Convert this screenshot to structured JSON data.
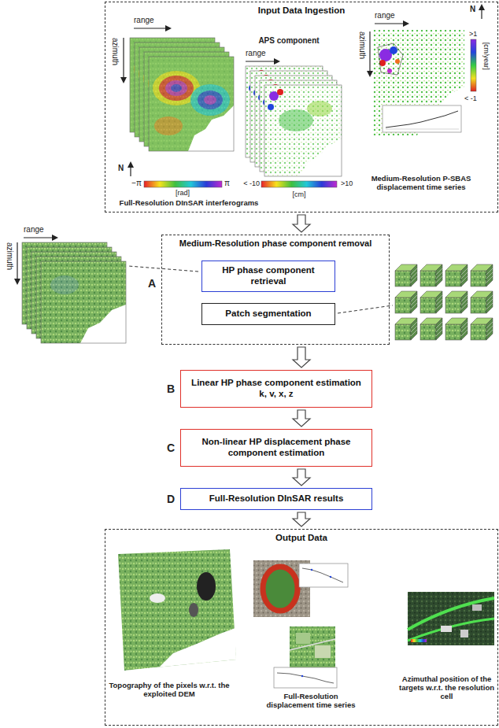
{
  "diagram": {
    "nodes": [
      {
        "text": [
          "Input Data Ingestion"
        ]
      },
      {
        "text": [
          "Medium-Resolution phase component removal"
        ]
      },
      {
        "text": [
          "HP phase component retrieval"
        ],
        "in": 1
      },
      {
        "text": [
          "Patch segmentation"
        ],
        "in": 1
      },
      {
        "text": [
          "Linear HP phase component estimation",
          "k, v, x, z"
        ]
      },
      {
        "text": [
          "Non-linear HP displacement phase component estimation"
        ]
      },
      {
        "text": [
          "Full-Resolution DInSAR results"
        ]
      },
      {
        "text": [
          "Output Data"
        ]
      }
    ],
    "edges": [
      {
        "from": 0,
        "to": 1,
        "arrow": "to"
      },
      {
        "from": 1,
        "to": 4,
        "arrow": "to"
      },
      {
        "from": 4,
        "to": 5,
        "arrow": "to"
      },
      {
        "from": 5,
        "to": 6,
        "arrow": "to"
      },
      {
        "from": 6,
        "to": 7,
        "arrow": "to"
      }
    ],
    "labels": [
      "range",
      "azimuth",
      "N",
      "−π",
      "[rad]",
      "π",
      "Full-Resolution DInSAR interferograms",
      "APS component",
      "range",
      "< -10",
      "[cm]",
      ">10",
      "range",
      "azimuth",
      "N",
      ">1",
      "[cm/year]",
      "< -1",
      "Medium-Resolution P-SBAS displacement time series",
      "range",
      "azimuth",
      "A",
      "B",
      "C",
      "D",
      "Topography of the pixels w.r.t. the exploited DEM",
      "Full-Resolution displacement time series",
      "Azimuthal position of the targets w.r.t. the resolution cell"
    ]
  }
}
